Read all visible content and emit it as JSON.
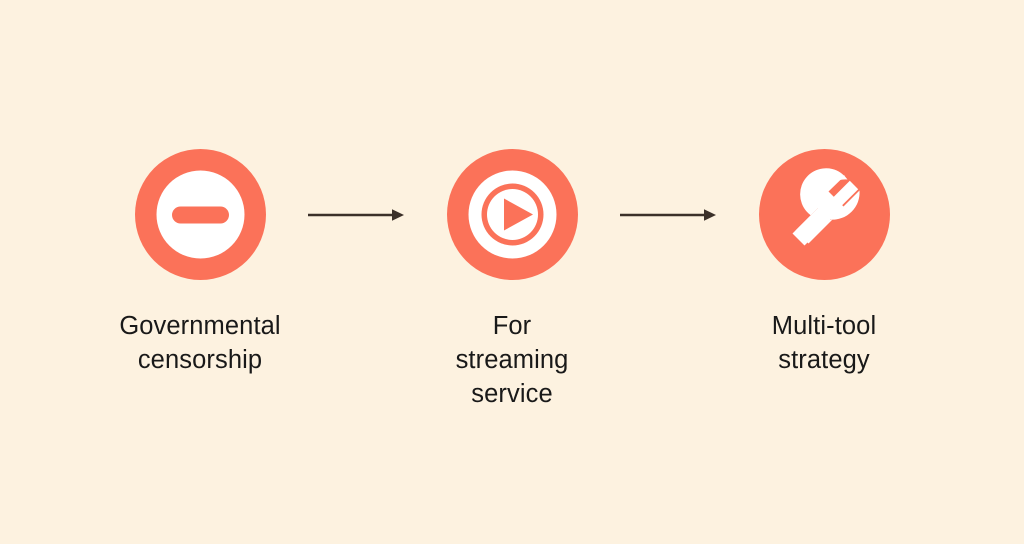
{
  "diagram": {
    "type": "process-flow",
    "title": "",
    "background_color": "#FDF2E0",
    "accent_color": "#FB7259",
    "icon_fill_color": "#FFFFFF",
    "arrow_color": "#3B3029",
    "text_color": "#191919",
    "orientation": "horizontal",
    "steps": [
      {
        "id": "step-1",
        "order": "1",
        "icon": "minus-circle-icon",
        "icon_style": "ring",
        "label": "Governmental\ncensorship"
      },
      {
        "id": "step-2",
        "order": "2",
        "icon": "play-circle-icon",
        "icon_style": "target-ring",
        "label": "For\nstreaming\nservice"
      },
      {
        "id": "step-3",
        "order": "3",
        "icon": "wrench-icon",
        "icon_style": "solid",
        "label": "Multi-tool\nstrategy"
      }
    ],
    "connectors": [
      {
        "id": "connector-1",
        "from": "step-1",
        "to": "step-2",
        "glyph": "arrow-right-icon"
      },
      {
        "id": "connector-2",
        "from": "step-2",
        "to": "step-3",
        "glyph": "arrow-right-icon"
      }
    ]
  }
}
